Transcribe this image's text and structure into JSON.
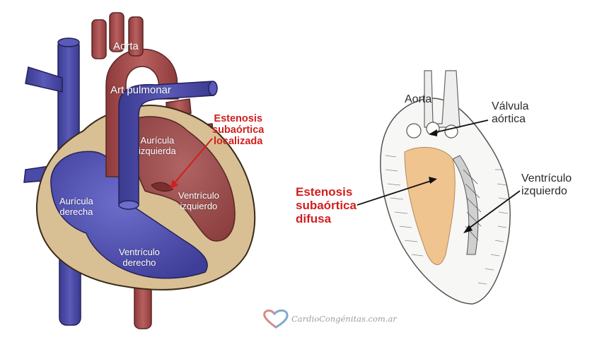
{
  "left_diagram": {
    "labels": {
      "aorta": "Aorta",
      "art_pulmonar": "Art pulmonar",
      "auricula_izquierda": [
        "Aurícula",
        "izquierda"
      ],
      "auricula_derecha": [
        "Aurícula",
        "derecha"
      ],
      "ventriculo_izquierdo": [
        "Ventrículo",
        "izquierdo"
      ],
      "ventriculo_derecho": [
        "Ventrículo",
        "derecho"
      ]
    },
    "callout": [
      "Estenosis",
      "subaórtica",
      "localizada"
    ]
  },
  "right_diagram": {
    "labels": {
      "aorta": "Aorta",
      "valvula_aortica": [
        "Válvula",
        "aórtica"
      ],
      "ventriculo_izquierdo": [
        "Ventrículo",
        "izquierdo"
      ]
    },
    "callout": [
      "Estenosis",
      "subaórtica",
      "difusa"
    ]
  },
  "watermark": "CardioCongénitas.com.ar",
  "colors": {
    "vein_blue": "#4a4aa8",
    "artery_red": "#a84a4a",
    "muscle_tan": "#d9bf94",
    "callout_red": "#d11f1f",
    "narrowing_orange": "#f0c48e"
  }
}
